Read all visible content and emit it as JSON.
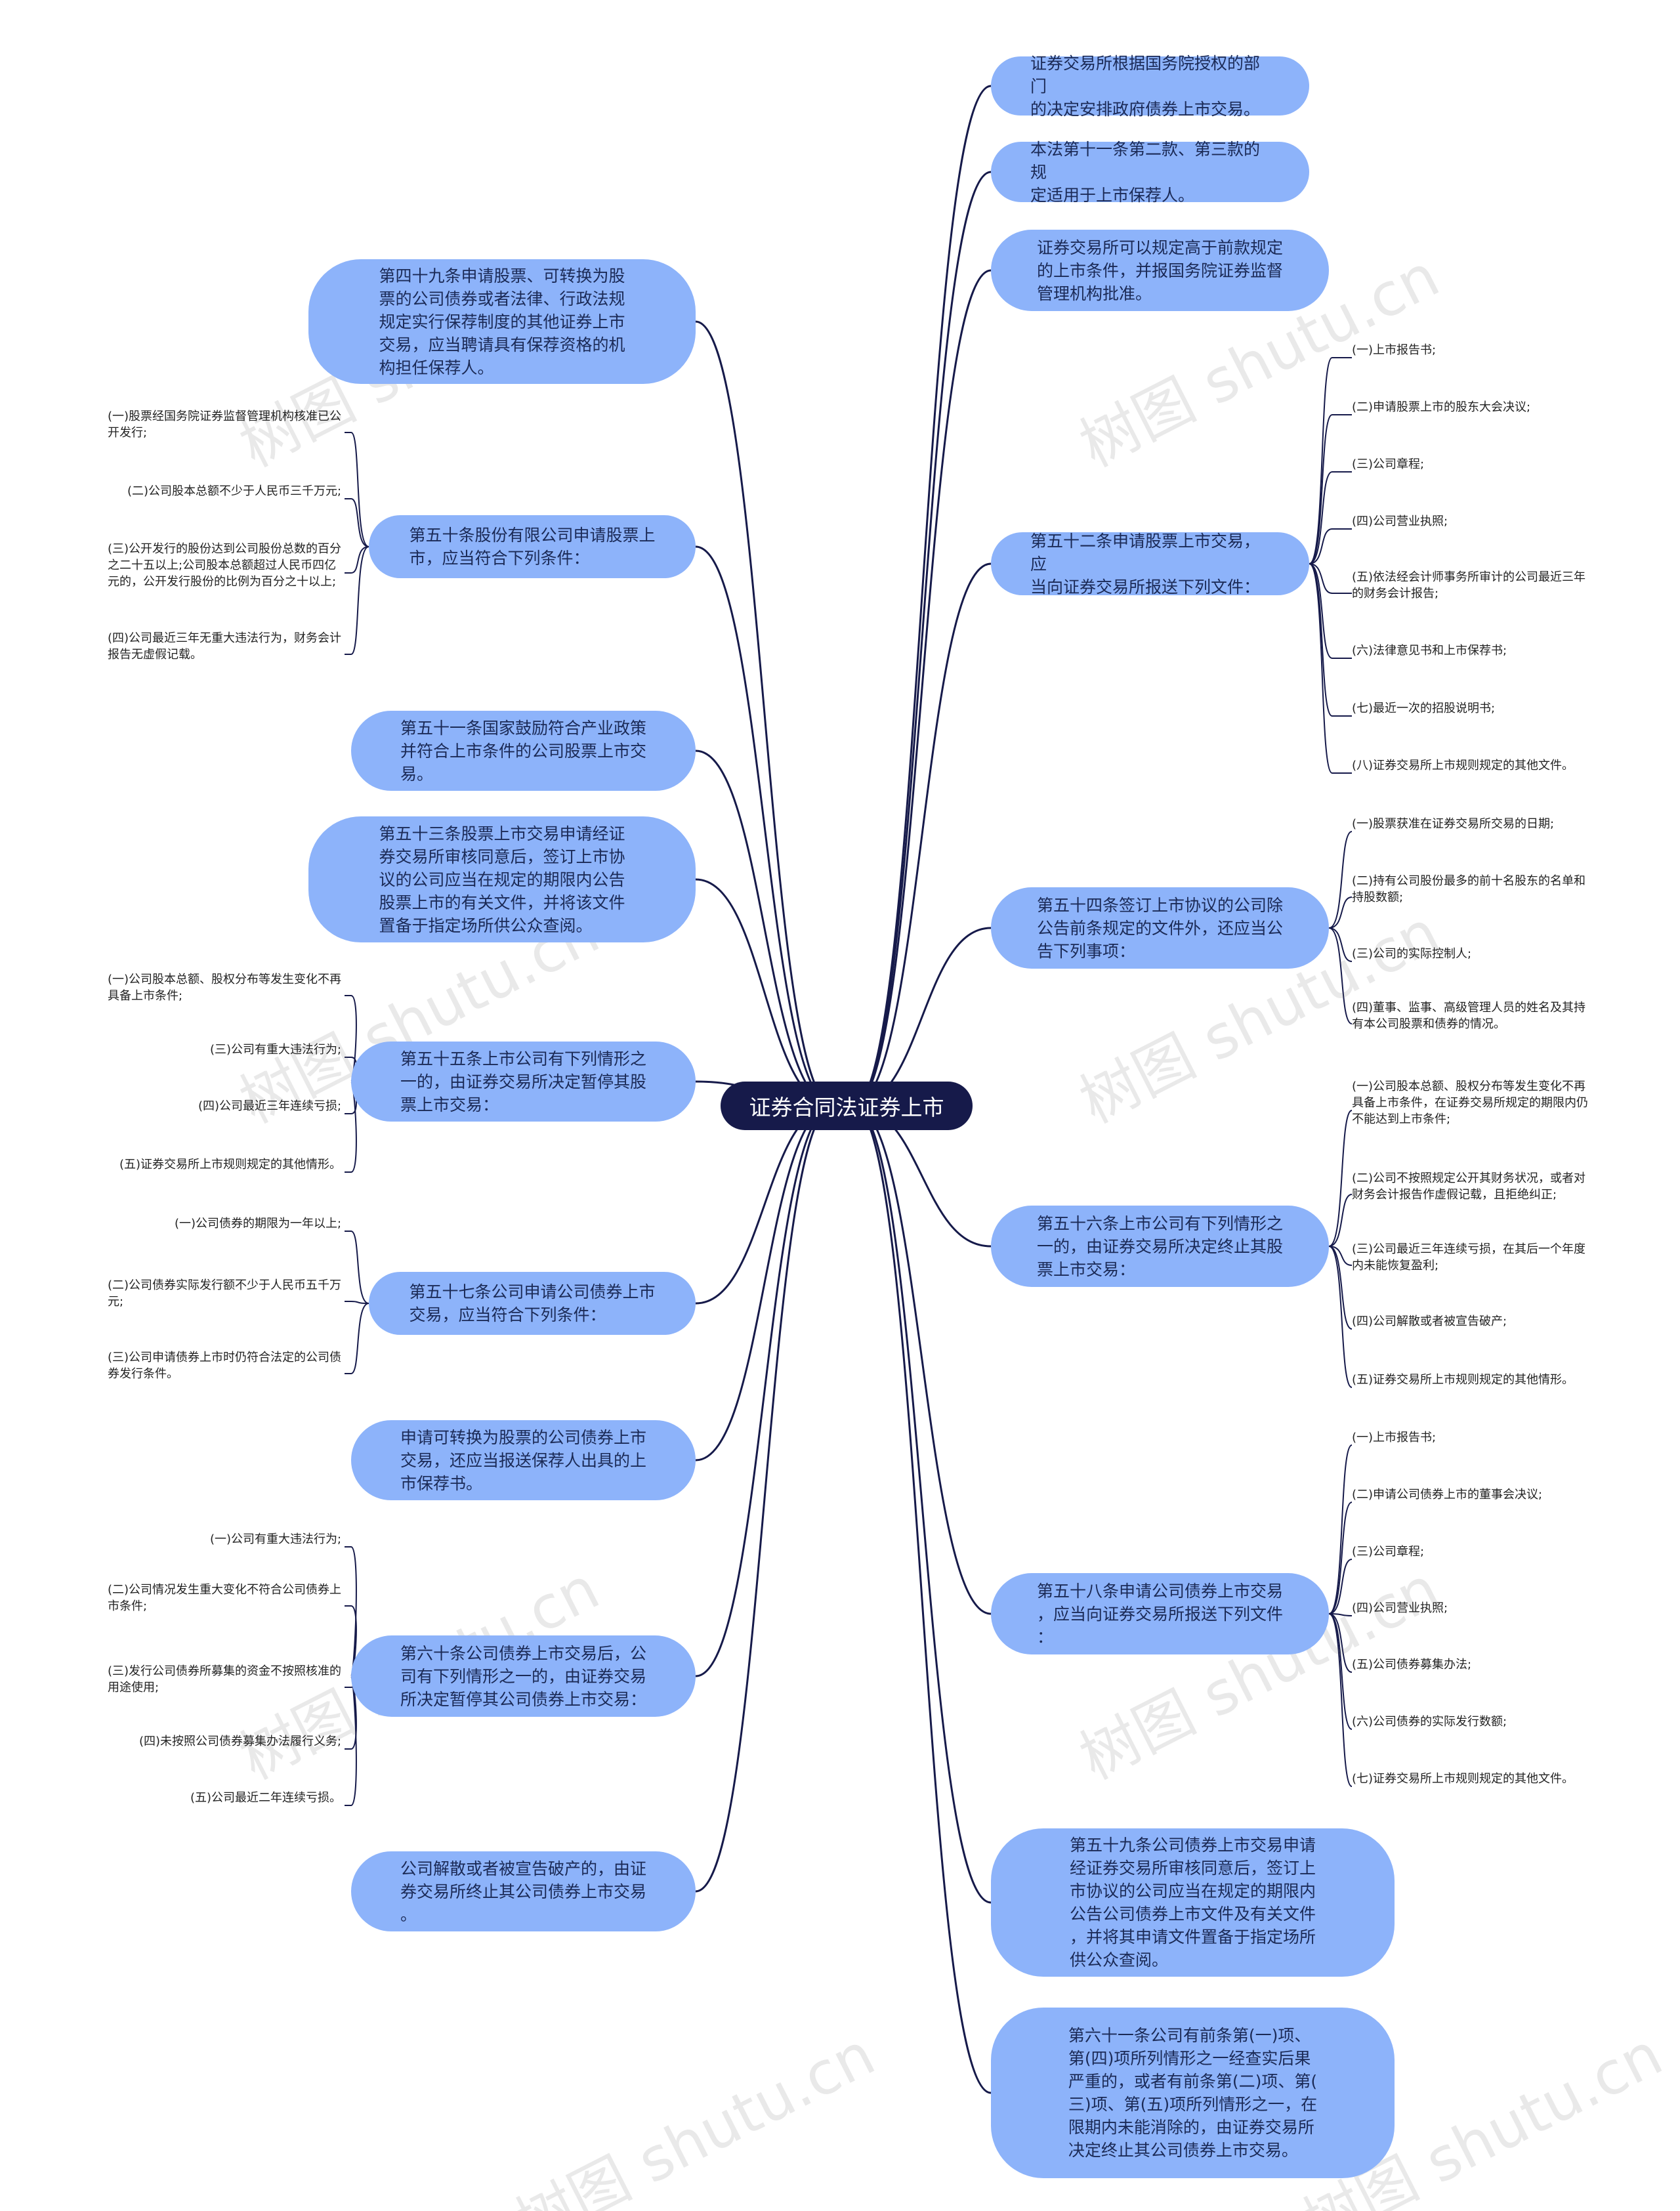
{
  "root": "证券合同法证券上市",
  "watermark": "树图 shutu.cn",
  "colors": {
    "root_bg": "#161a4a",
    "branch_bg": "#8db3fa",
    "line": "#161a4a",
    "leaf_bracket": "#161a4a"
  },
  "left_branches": [
    {
      "text": "第四十九条申请股票、可转换为股\n票的公司债券或者法律、行政法规\n规定实行保荐制度的其他证券上市\n交易，应当聘请具有保荐资格的机\n构担任保荐人。",
      "leaves": []
    },
    {
      "text": "第五十条股份有限公司申请股票上\n市，应当符合下列条件：",
      "leaves": [
        "(一)股票经国务院证券监督管理机构核准已公\n开发行;",
        "(二)公司股本总额不少于人民币三千万元;",
        "(三)公开发行的股份达到公司股份总数的百分\n之二十五以上;公司股本总额超过人民币四亿\n元的，公开发行股份的比例为百分之十以上;",
        "(四)公司最近三年无重大违法行为，财务会计\n报告无虚假记载。"
      ]
    },
    {
      "text": "第五十一条国家鼓励符合产业政策\n并符合上市条件的公司股票上市交\n易。",
      "leaves": []
    },
    {
      "text": "第五十三条股票上市交易申请经证\n券交易所审核同意后，签订上市协\n议的公司应当在规定的期限内公告\n股票上市的有关文件，并将该文件\n置备于指定场所供公众查阅。",
      "leaves": []
    },
    {
      "text": "第五十五条上市公司有下列情形之\n一的，由证券交易所决定暂停其股\n票上市交易：",
      "leaves": [
        "(一)公司股本总额、股权分布等发生变化不再\n具备上市条件;",
        "(三)公司有重大违法行为;",
        "(四)公司最近三年连续亏损;",
        "(五)证券交易所上市规则规定的其他情形。"
      ]
    },
    {
      "text": "第五十七条公司申请公司债券上市\n交易，应当符合下列条件：",
      "leaves": [
        "(一)公司债券的期限为一年以上;",
        "(二)公司债券实际发行额不少于人民币五千万\n元;",
        "(三)公司申请债券上市时仍符合法定的公司债\n券发行条件。"
      ]
    },
    {
      "text": "申请可转换为股票的公司债券上市\n交易，还应当报送保荐人出具的上\n市保荐书。",
      "leaves": []
    },
    {
      "text": "第六十条公司债券上市交易后，公\n司有下列情形之一的，由证券交易\n所决定暂停其公司债券上市交易：",
      "leaves": [
        "(一)公司有重大违法行为;",
        "(二)公司情况发生重大变化不符合公司债券上\n市条件;",
        "(三)发行公司债券所募集的资金不按照核准的\n用途使用;",
        "(四)未按照公司债券募集办法履行义务;",
        "(五)公司最近二年连续亏损。"
      ]
    },
    {
      "text": "公司解散或者被宣告破产的，由证\n券交易所终止其公司债券上市交易\n。",
      "leaves": []
    }
  ],
  "right_branches": [
    {
      "text": "证券交易所根据国务院授权的部门\n的决定安排政府债券上市交易。",
      "leaves": []
    },
    {
      "text": "本法第十一条第二款、第三款的规\n定适用于上市保荐人。",
      "leaves": []
    },
    {
      "text": "证券交易所可以规定高于前款规定\n的上市条件，并报国务院证券监督\n管理机构批准。",
      "leaves": []
    },
    {
      "text": "第五十二条申请股票上市交易，应\n当向证券交易所报送下列文件：",
      "leaves": [
        "(一)上市报告书;",
        "(二)申请股票上市的股东大会决议;",
        "(三)公司章程;",
        "(四)公司营业执照;",
        "(五)依法经会计师事务所审计的公司最近三年\n的财务会计报告;",
        "(六)法律意见书和上市保荐书;",
        "(七)最近一次的招股说明书;",
        "(八)证券交易所上市规则规定的其他文件。"
      ]
    },
    {
      "text": "第五十四条签订上市协议的公司除\n公告前条规定的文件外，还应当公\n告下列事项：",
      "leaves": [
        "(一)股票获准在证券交易所交易的日期;",
        "(二)持有公司股份最多的前十名股东的名单和\n持股数额;",
        "(三)公司的实际控制人;",
        "(四)董事、监事、高级管理人员的姓名及其持\n有本公司股票和债券的情况。"
      ]
    },
    {
      "text": "第五十六条上市公司有下列情形之\n一的，由证券交易所决定终止其股\n票上市交易：",
      "leaves": [
        "(一)公司股本总额、股权分布等发生变化不再\n具备上市条件，在证券交易所规定的期限内仍\n不能达到上市条件;",
        "(二)公司不按照规定公开其财务状况，或者对\n财务会计报告作虚假记载，且拒绝纠正;",
        "(三)公司最近三年连续亏损，在其后一个年度\n内未能恢复盈利;",
        "(四)公司解散或者被宣告破产;",
        "(五)证券交易所上市规则规定的其他情形。"
      ]
    },
    {
      "text": "第五十八条申请公司债券上市交易\n，应当向证券交易所报送下列文件\n：",
      "leaves": [
        "(一)上市报告书;",
        "(二)申请公司债券上市的董事会决议;",
        "(三)公司章程;",
        "(四)公司营业执照;",
        "(五)公司债券募集办法;",
        "(六)公司债券的实际发行数额;",
        "(七)证券交易所上市规则规定的其他文件。"
      ]
    },
    {
      "text": "第五十九条公司债券上市交易申请\n经证券交易所审核同意后，签订上\n市协议的公司应当在规定的期限内\n公告公司债券上市文件及有关文件\n，并将其申请文件置备于指定场所\n供公众查阅。",
      "leaves": []
    },
    {
      "text": "第六十一条公司有前条第(一)项、\n第(四)项所列情形之一经查实后果\n严重的，或者有前条第(二)项、第(\n三)项、第(五)项所列情形之一，在\n限期内未能消除的，由证券交易所\n决定终止其公司债券上市交易。",
      "leaves": []
    }
  ]
}
